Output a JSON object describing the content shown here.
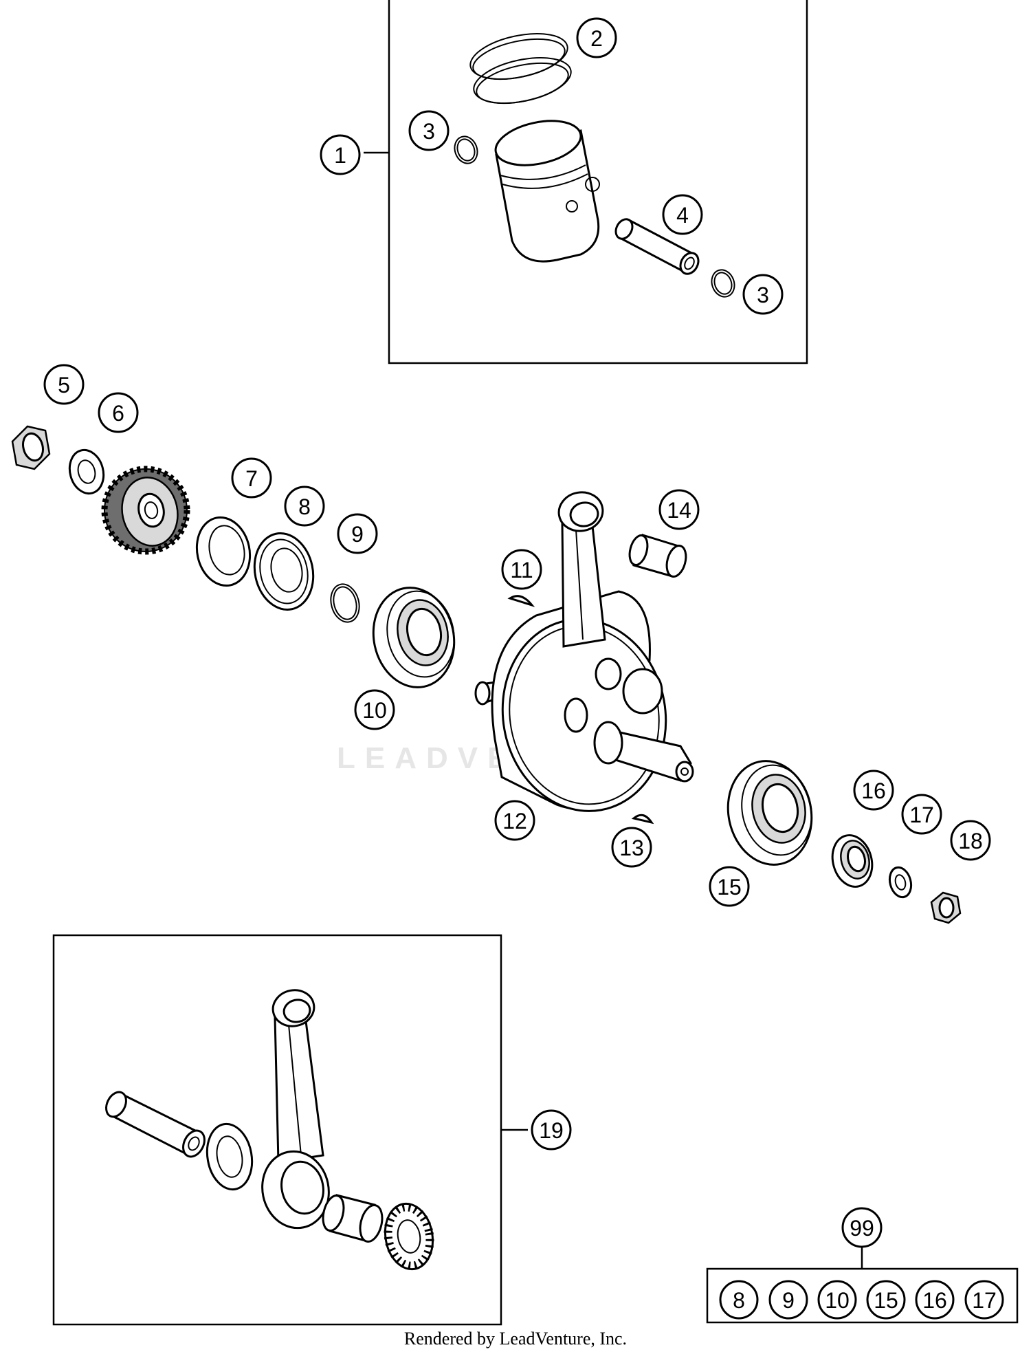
{
  "callouts": {
    "c1": "1",
    "c2": "2",
    "c3a": "3",
    "c3b": "3",
    "c4": "4",
    "c5": "5",
    "c6": "6",
    "c7": "7",
    "c8": "8",
    "c9": "9",
    "c10": "10",
    "c11": "11",
    "c12": "12",
    "c13": "13",
    "c14": "14",
    "c15": "15",
    "c16": "16",
    "c17": "17",
    "c18": "18",
    "c19": "19",
    "c99": "99"
  },
  "kit": {
    "items": [
      "8",
      "9",
      "10",
      "15",
      "16",
      "17"
    ]
  },
  "watermark": "LEADVENTURE",
  "footer": "Rendered by LeadVenture, Inc."
}
